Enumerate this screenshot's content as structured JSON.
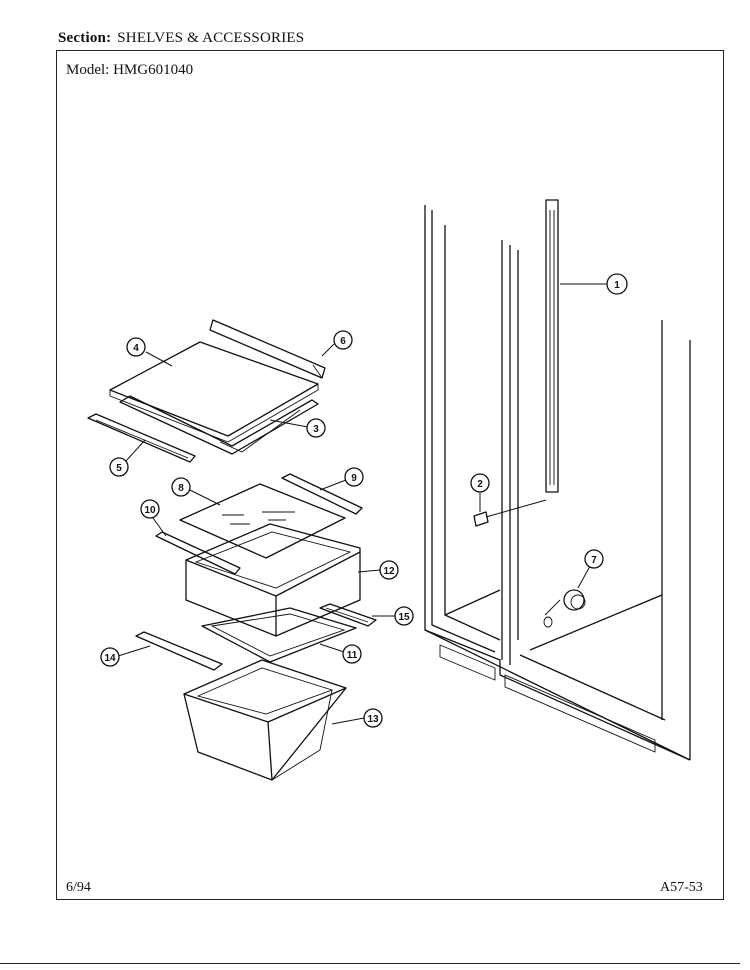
{
  "header": {
    "section_label": "Section:",
    "section_value": "SHELVES & ACCESSORIES",
    "model_label": "Model:",
    "model_value": "HMG601040"
  },
  "footer": {
    "date": "6/94",
    "page_code": "A57-53"
  },
  "callouts": [
    "1",
    "2",
    "3",
    "4",
    "5",
    "6",
    "7",
    "8",
    "9",
    "10",
    "11",
    "12",
    "13",
    "14",
    "15"
  ]
}
